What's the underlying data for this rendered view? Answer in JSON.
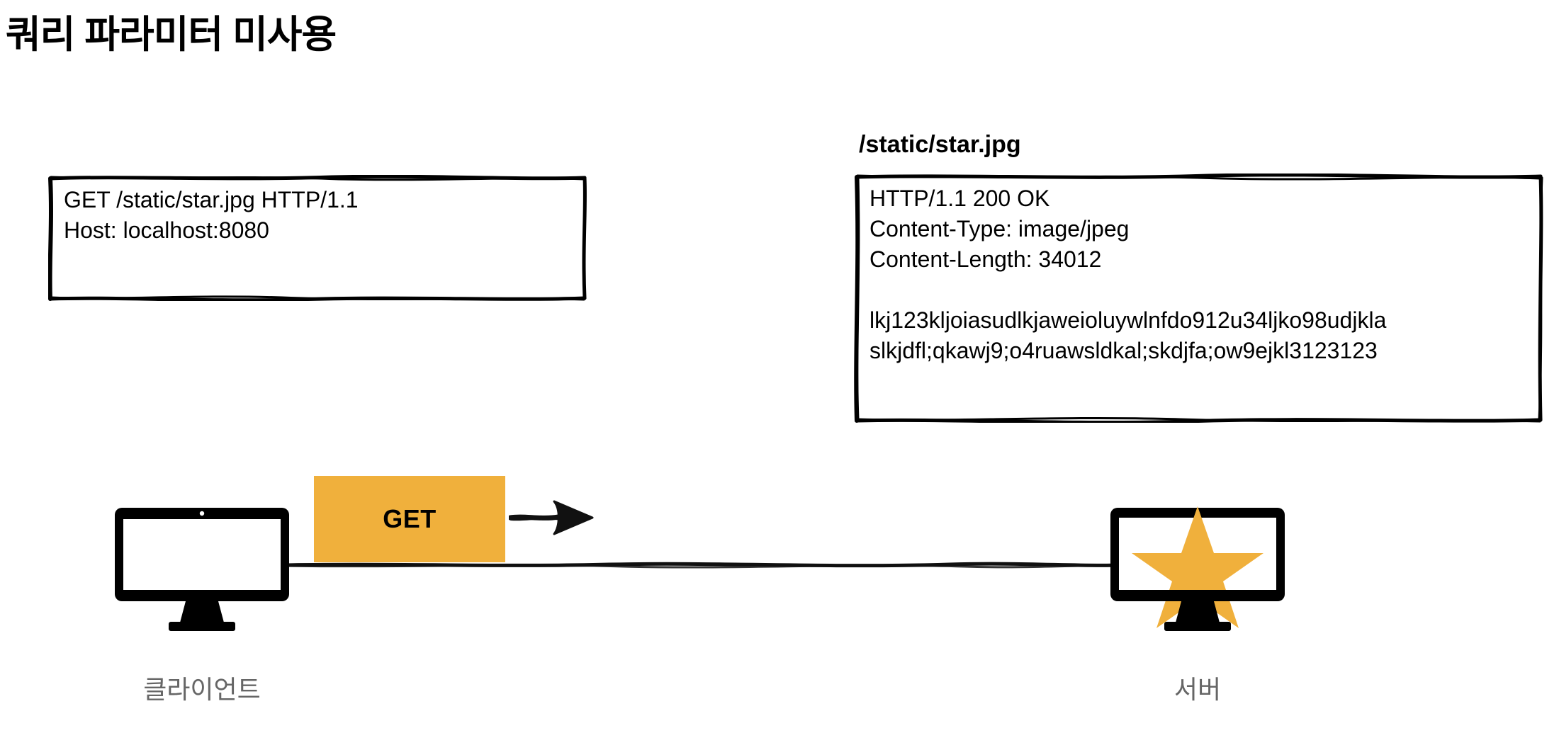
{
  "page": {
    "title": "쿼리 파라미터 미사용",
    "background_color": "#ffffff"
  },
  "colors": {
    "accent_orange": "#F0B03C",
    "ink_black": "#000000",
    "label_gray": "#666666"
  },
  "request_box": {
    "name": "http-request",
    "lines": [
      "GET /static/star.jpg HTTP/1.1",
      "Host: localhost:8080"
    ]
  },
  "response": {
    "caption": "/static/star.jpg",
    "box": {
      "name": "http-response",
      "status_line": "HTTP/1.1 200 OK",
      "headers": [
        "Content-Type: image/jpeg",
        "Content-Length: 34012"
      ],
      "body": [
        "lkj123kljoiasudlkjaweioluywlnfdo912u34ljko98udjkla",
        "slkjdfl;qkawj9;o4ruawsldkal;skdjfa;ow9ejkl3123123"
      ]
    }
  },
  "flow": {
    "method_chip_label": "GET",
    "arrow_icon": "arrow-right-icon",
    "connection_icon": "connection-line"
  },
  "nodes": {
    "client": {
      "label": "클라이언트",
      "icon": "monitor-icon",
      "screen_content": "blank"
    },
    "server": {
      "label": "서버",
      "icon": "monitor-icon",
      "screen_content": "star-icon"
    }
  }
}
